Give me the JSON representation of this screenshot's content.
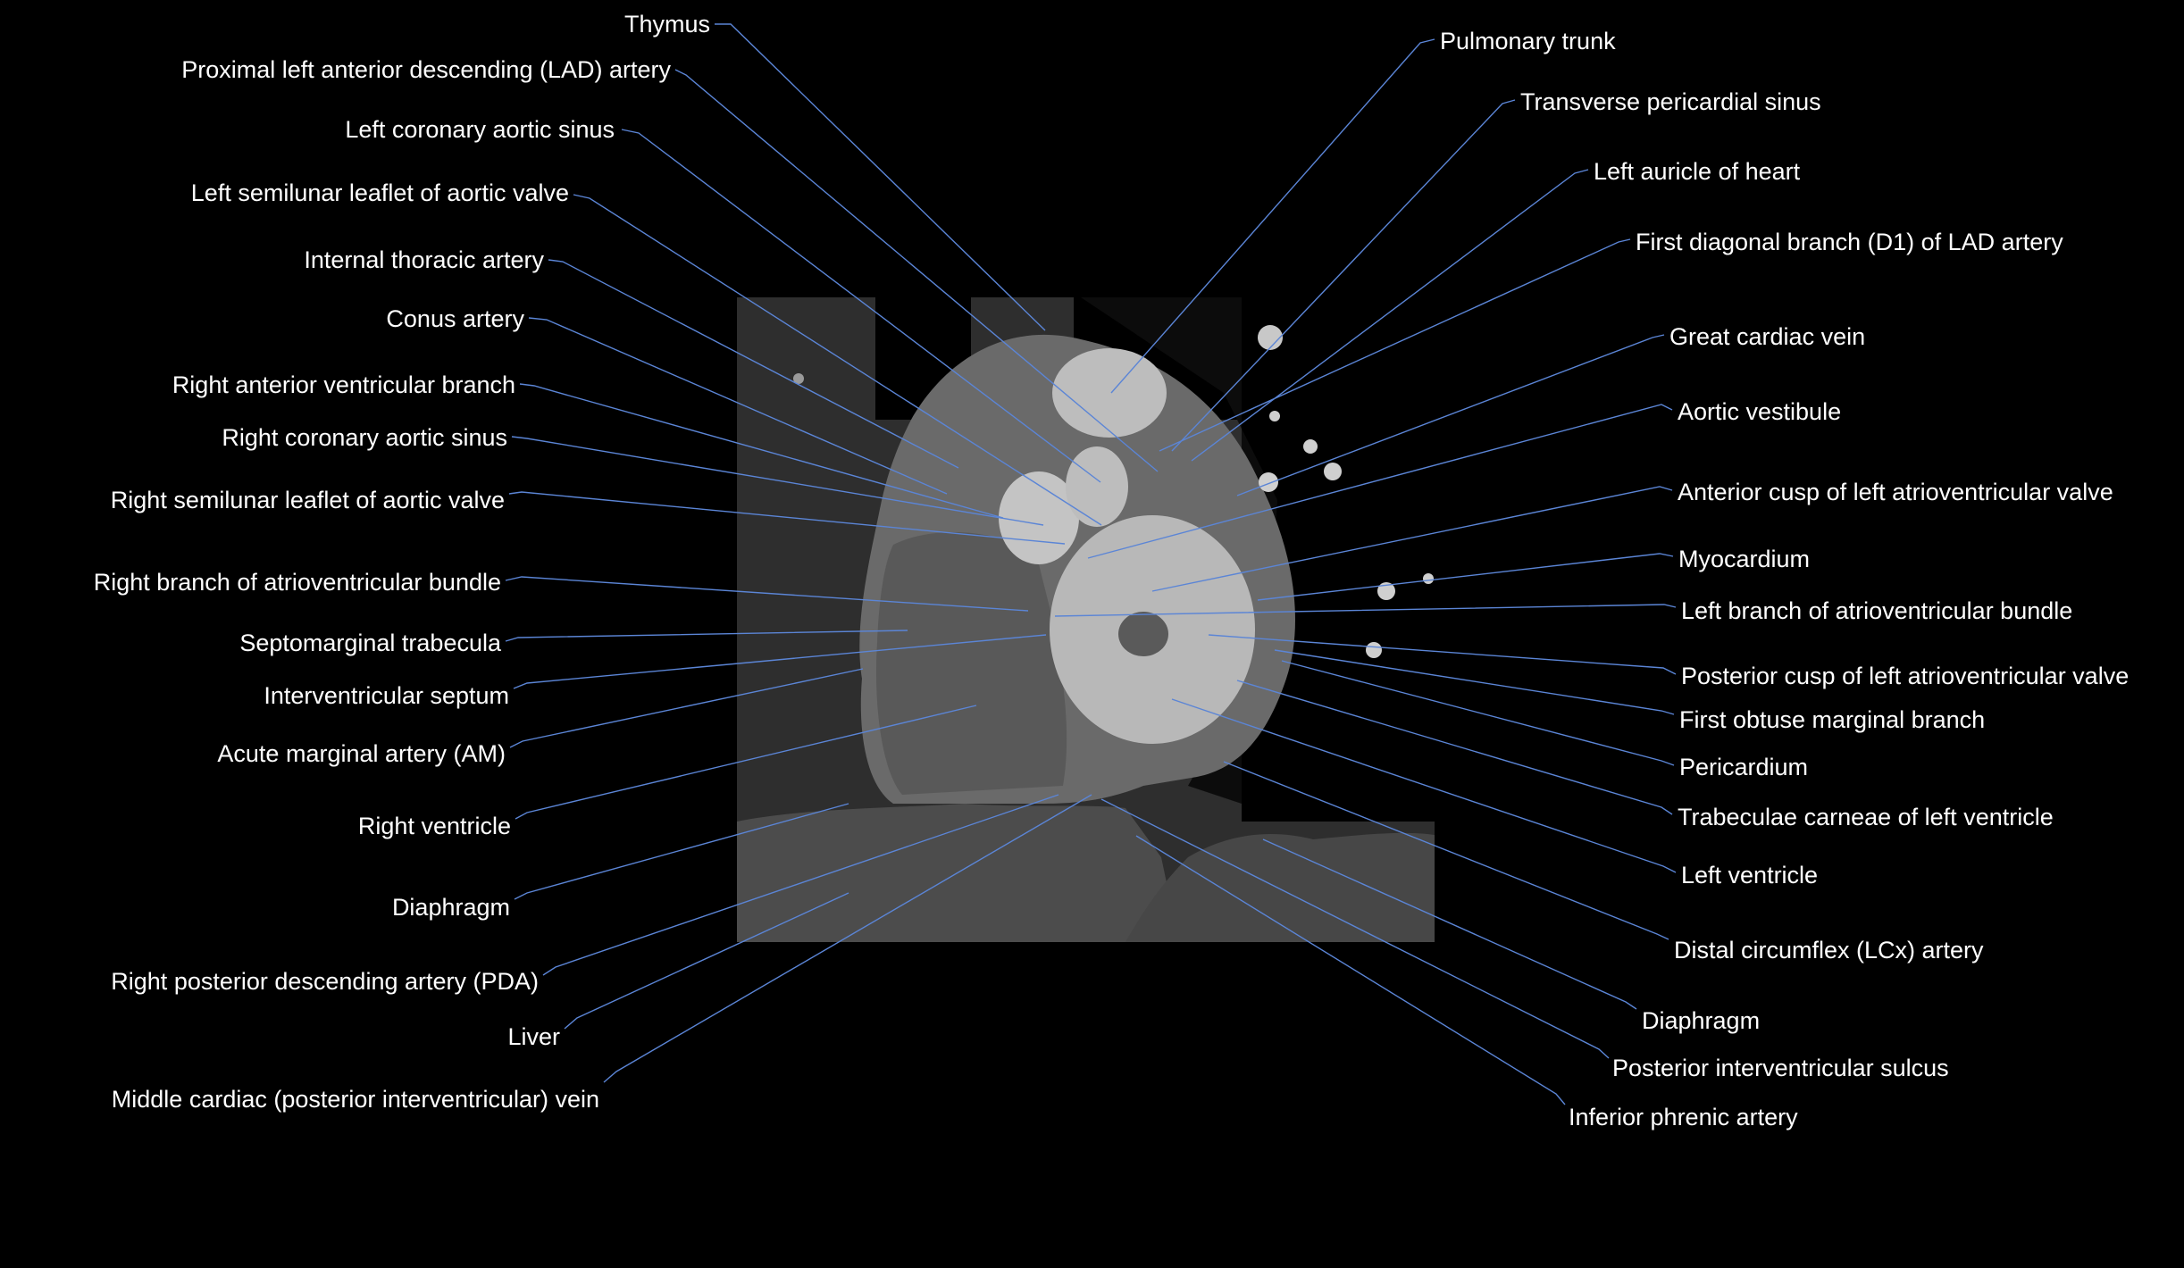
{
  "colors": {
    "background": "#000000",
    "label_text": "#ffffff",
    "leader_line": "#5b85d6",
    "image_background": "#4a4a4a",
    "blood_pool": "#c4c4c4",
    "myocardium": "#7a7a7a"
  },
  "labels_left": [
    "Thymus",
    "Proximal left anterior descending (LAD) artery",
    "Left coronary aortic sinus",
    "Left semilunar leaflet of aortic valve",
    "Internal thoracic artery",
    "Conus artery",
    "Right anterior ventricular branch",
    "Right coronary aortic sinus",
    "Right semilunar leaflet of aortic valve",
    "Right branch of atrioventricular bundle",
    "Septomarginal trabecula",
    "Interventricular septum",
    "Acute marginal artery (AM)",
    "Right ventricle",
    "Diaphragm",
    "Right posterior descending artery (PDA)",
    "Liver",
    "Middle cardiac (posterior interventricular) vein"
  ],
  "labels_right": [
    "Pulmonary trunk",
    "Transverse pericardial sinus",
    "Left auricle of heart",
    "First diagonal branch (D1) of LAD artery",
    "Great cardiac vein",
    "Aortic vestibule",
    "Anterior cusp of left atrioventricular valve",
    "Myocardium",
    "Left branch of atrioventricular bundle",
    "Posterior cusp of left atrioventricular valve",
    "First obtuse marginal branch",
    "Pericardium",
    "Trabeculae carneae of left ventricle",
    "Left ventricle",
    "Distal circumflex (LCx) artery",
    "Diaphragm",
    "Posterior interventricular sulcus",
    "Inferior phrenic artery"
  ]
}
